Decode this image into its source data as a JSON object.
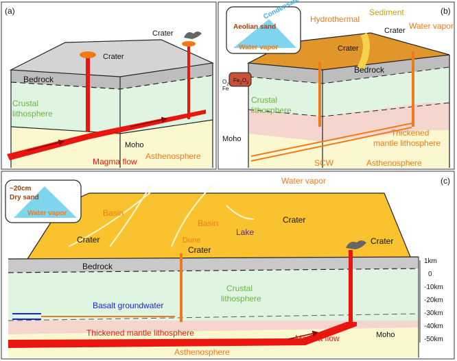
{
  "panels": {
    "a": {
      "label": "(a)",
      "crater_left": "Crater",
      "crater_right": "Crater",
      "bedrock": "Bedrock",
      "crustal": "Crustal",
      "lithosphere": "lithosphere",
      "moho": "Moho",
      "magma_flow": "Magma flow",
      "asthenosphere": "Asthenosphere"
    },
    "b": {
      "label": "(b)",
      "inset_aeolian": "Aeolian sand",
      "inset_condensate": "Condensate",
      "inset_water_vapor": "Water vapor",
      "hydrothermal": "Hydrothermal",
      "sediment": "Sediment",
      "crater_right": "Crater",
      "crater_mid": "Crater",
      "water_vapor": "Water vapor",
      "o2": "O",
      "o2_sub": "2",
      "fe": "Fe",
      "fe2o3": "Fe",
      "fe2o3_sub1": "2",
      "fe2o3_o": "O",
      "fe2o3_sub2": "3",
      "bedrock": "Bedrock",
      "crustal": "Crustal",
      "lithosphere": "lithosphere",
      "moho": "Moho",
      "thickened": "Thickened",
      "mantle_lithosphere": "mantle lithosphere",
      "scw": "SCW",
      "asthenosphere": "Asthenosphere"
    },
    "c": {
      "label": "(c)",
      "inset_depth": "~20cm",
      "inset_dry_sand": "Dry sand",
      "inset_water_vapor": "Water vapor",
      "water_vapor": "Water vapor",
      "crater_top": "Crater",
      "basin_left": "Basin",
      "basin_mid": "Basin",
      "lake": "Lake",
      "dune": "Dune",
      "crater_left": "Crater",
      "crater_mid": "Crater",
      "crater_right": "Crater",
      "bedrock": "Bedrock",
      "crustal": "Crustal",
      "lithosphere": "lithosphere",
      "basalt_groundwater": "Basalt groundwater",
      "thickened_mantle": "Thickened mantle lithosphere",
      "magma_flow": "Magma flow",
      "moho": "Moho",
      "asthenosphere": "Asthenosphere"
    }
  },
  "depth_scale": [
    "1km",
    "0",
    "-10km",
    "-20km",
    "-30km",
    "-40km",
    "-50km"
  ],
  "colors": {
    "bedrock": "#c9c9c9",
    "crust": "#dff5e1",
    "mantle": "#f4d6cf",
    "astheno": "#fbf7cf",
    "sand": "#f9c22e",
    "magma": "#e8160e",
    "orange": "#f07a1a",
    "blue": "#1a22e0",
    "green_text": "#6db33f",
    "cyan_text": "#3cb0e0"
  }
}
